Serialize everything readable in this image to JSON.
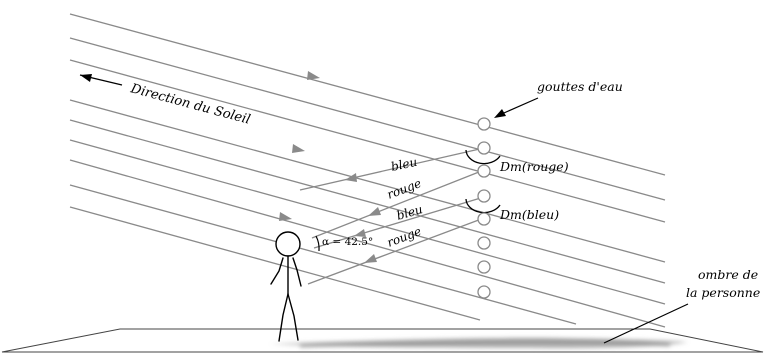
{
  "labels": {
    "sun_direction": "Direction du Soleil",
    "droplets": "gouttes d'eau",
    "dm_red": "Dm(rouge)",
    "dm_blue": "Dm(bleu)",
    "blue_upper": "bleu",
    "red_upper": "rouge",
    "blue_lower": "bleu",
    "red_lower": "rouge",
    "alpha": "α = 42.5°",
    "shadow_line1": "ombre de",
    "shadow_line2": "la personne"
  },
  "colors": {
    "rays": "#8a8a8a",
    "ink": "#000000",
    "shadow": "#b5b5b5"
  },
  "droplet_count": 8
}
